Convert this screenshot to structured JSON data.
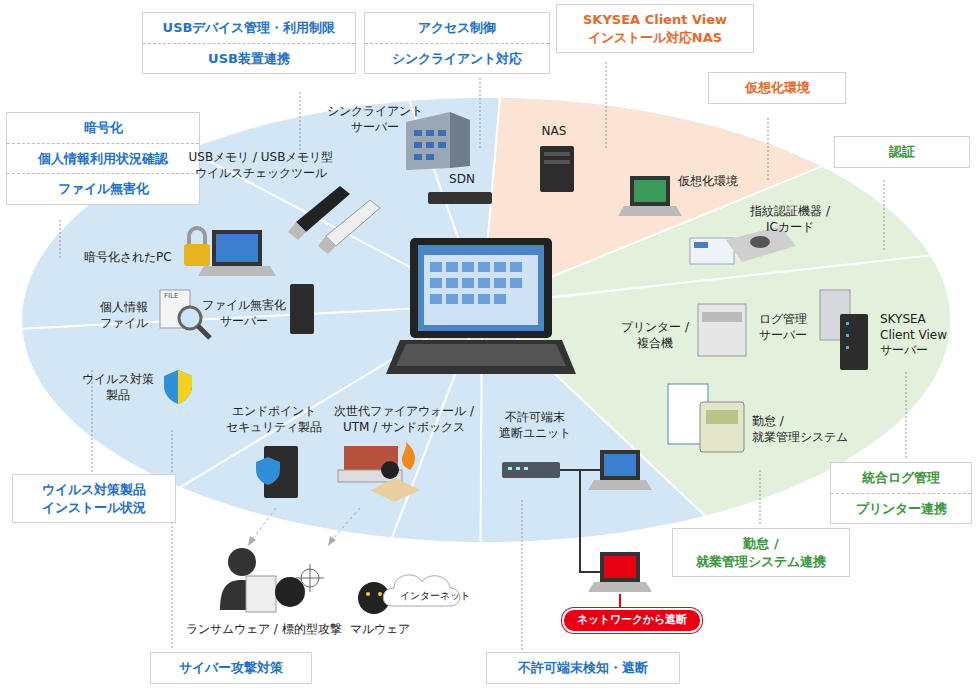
{
  "diagram": {
    "nodes": [
      {
        "text": [
          "USBデバイス管理・利用制限",
          "USB装置連携"
        ]
      },
      {
        "text": [
          "アクセス制御",
          "シンクライアント対応"
        ]
      },
      {
        "text": [
          "SKYSEA Client View インストール対応NAS"
        ]
      },
      {
        "text": [
          "仮想化環境"
        ]
      },
      {
        "text": [
          "暗号化",
          "個人情報利用状況確認",
          "ファイル無害化"
        ]
      },
      {
        "text": [
          "認証"
        ]
      },
      {
        "text": [
          "ウイルス対策製品 インストール状況"
        ]
      },
      {
        "text": [
          "統合ログ管理",
          "プリンター連携"
        ]
      },
      {
        "text": [
          "勤怠 / 就業管理システム連携"
        ]
      },
      {
        "text": [
          "ネットワークから遮断"
        ]
      },
      {
        "text": [
          "サイバー攻撃対策"
        ]
      },
      {
        "text": [
          "不許可端末検知・遮断"
        ]
      }
    ],
    "labels": [
      "シンクライアント サーバー",
      "SDN",
      "NAS",
      "仮想化環境",
      "USBメモリ / USBメモリ型 ウイルスチェックツール",
      "指紋認証機器 / ICカード",
      "暗号化されたPC",
      "個人情報 ファイル",
      "ファイル無害化 サーバー",
      "ログ管理 サーバー",
      "SKYSEA Client View サーバー",
      "プリンター / 複合機",
      "ウイルス対策 製品",
      "エンドポイント セキュリティ製品",
      "次世代ファイアウォール / UTM / サンドボックス",
      "不許可端末 遮断ユニット",
      "勤怠 / 就業管理システム",
      "ランサムウェア / 標的型攻撃",
      "マルウェア",
      "インターネット",
      "FILE"
    ]
  }
}
